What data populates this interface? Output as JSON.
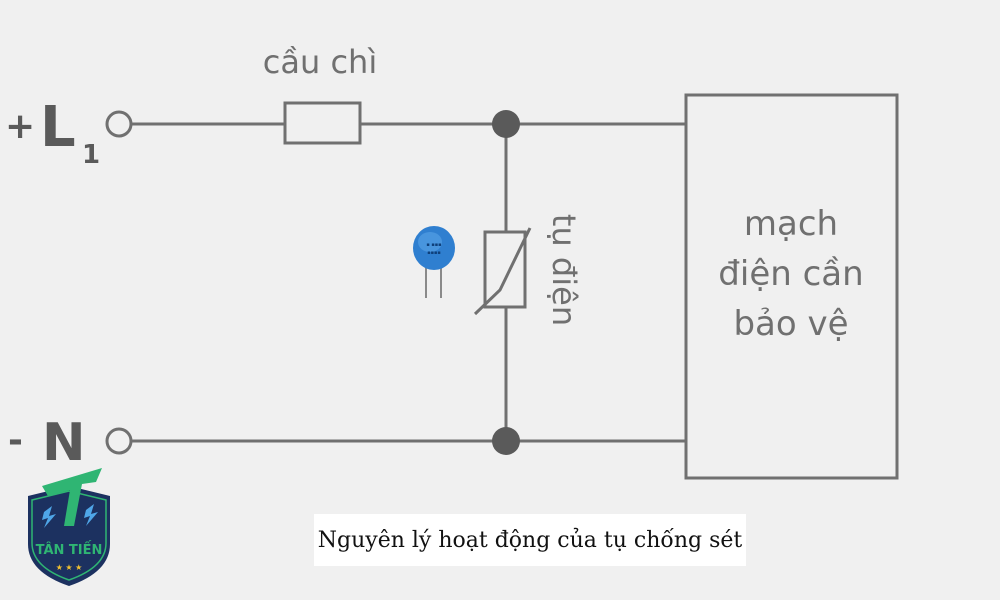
{
  "terminals": {
    "positive_sign": "+",
    "positive_label": "L",
    "positive_subscript": "1",
    "negative_sign": "-",
    "negative_label": "N"
  },
  "labels": {
    "fuse": "cầu chì",
    "varistor": "tụ điện",
    "load_line1": "mạch",
    "load_line2": "điện cần",
    "load_line3": "bảo vệ"
  },
  "caption": "Nguyên lý hoạt động của tụ chống sét",
  "logo": {
    "text": "TÂN TIẾN",
    "icon": "lightning-shield-icon"
  },
  "colors": {
    "background": "#f0f0f0",
    "line": "#707070",
    "capacitor_blue": "#2f7fd0",
    "logo_navy": "#1c3160",
    "logo_green": "#2fb573"
  }
}
